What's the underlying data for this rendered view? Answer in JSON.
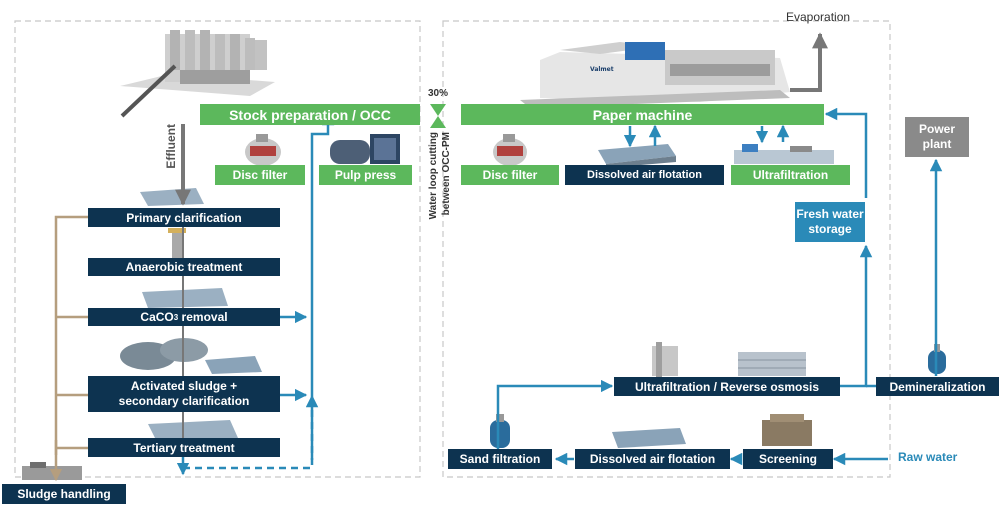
{
  "labels": {
    "stock_prep": "Stock preparation / OCC",
    "paper_machine": "Paper machine",
    "disc_filter_left": "Disc filter",
    "pulp_press": "Pulp press",
    "disc_filter_right": "Disc filter",
    "daf_top": "Dissolved air flotation",
    "uf_top": "Ultrafiltration",
    "primary": "Primary clarification",
    "anaerobic": "Anaerobic treatment",
    "caco3_main": "CaCO",
    "caco3_sub": "3",
    "caco3_rest": " removal",
    "activated_1": "Activated sludge +",
    "activated_2": "secondary clarification",
    "tertiary": "Tertiary treatment",
    "sludge": "Sludge handling",
    "effluent": "Effluent",
    "percent": "30%",
    "loop_1": "Water loop cutting",
    "loop_2": "between OCC-PM",
    "evaporation": "Evaporation",
    "power_1": "Power",
    "power_2": "plant",
    "fresh_1": "Fresh water",
    "fresh_2": "storage",
    "uf_ro": "Ultrafiltration / Reverse osmosis",
    "demin": "Demineralization",
    "sand": "Sand filtration",
    "daf_bottom": "Dissolved air flotation",
    "screening": "Screening",
    "raw_water": "Raw water",
    "valmet": "Valmet"
  },
  "colors": {
    "green": "#5cb85c",
    "navy": "#0d3350",
    "blue": "#2a8ab8",
    "tan": "#b59e7e",
    "grey": "#8a8a8a"
  }
}
